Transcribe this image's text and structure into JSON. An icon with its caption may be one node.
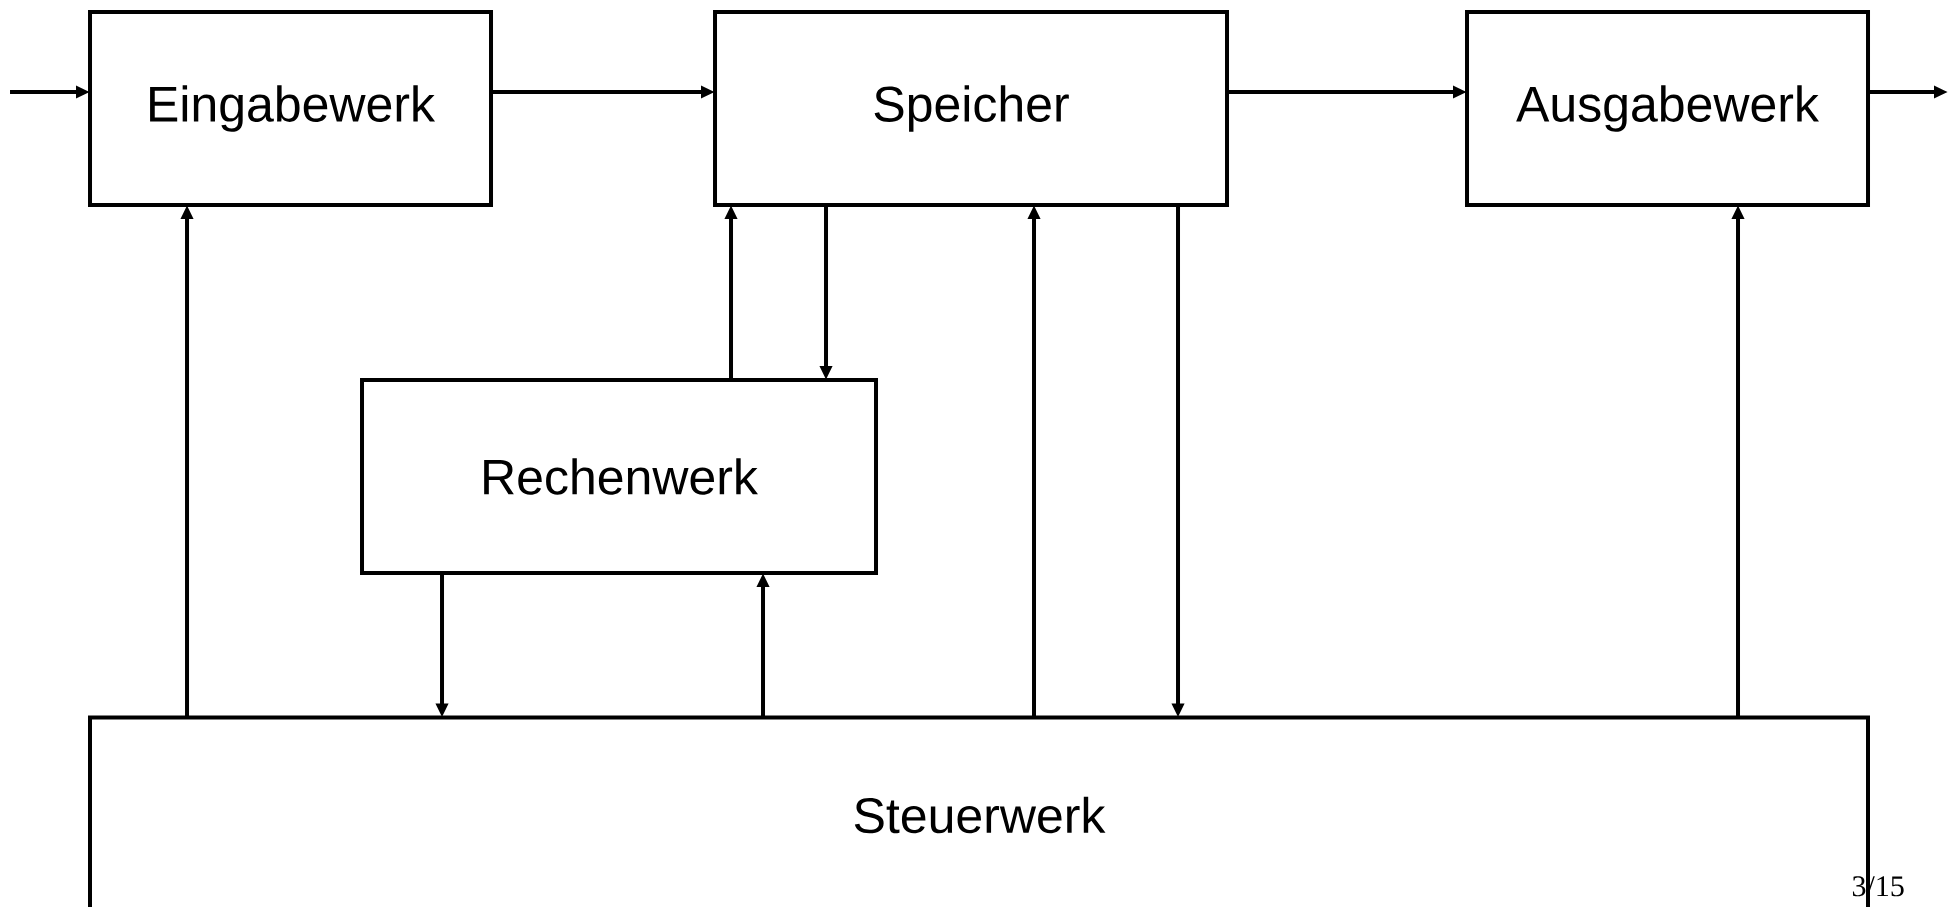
{
  "diagram": {
    "nodes": [
      {
        "text": [
          "Eingabewerk"
        ]
      },
      {
        "text": [
          "Speicher"
        ]
      },
      {
        "text": [
          "Ausgabewerk"
        ]
      },
      {
        "text": [
          "Rechenwerk"
        ]
      },
      {
        "text": [
          "Steuerwerk"
        ]
      }
    ],
    "edges": [
      {
        "from": null,
        "to": 0,
        "arrow": "to"
      },
      {
        "from": 0,
        "to": 1,
        "arrow": "to"
      },
      {
        "from": 1,
        "to": 2,
        "arrow": "to"
      },
      {
        "from": 2,
        "to": null,
        "arrow": "to"
      },
      {
        "from": 4,
        "to": 0,
        "arrow": "to"
      },
      {
        "from": 3,
        "to": 1,
        "arrow": "to"
      },
      {
        "from": 1,
        "to": 3,
        "arrow": "to"
      },
      {
        "from": 3,
        "to": 4,
        "arrow": "to"
      },
      {
        "from": 4,
        "to": 3,
        "arrow": "to"
      },
      {
        "from": 4,
        "to": 1,
        "arrow": "to"
      },
      {
        "from": 1,
        "to": 4,
        "arrow": "to"
      },
      {
        "from": 4,
        "to": 2,
        "arrow": "to"
      }
    ],
    "labels": [
      "3/15"
    ]
  }
}
